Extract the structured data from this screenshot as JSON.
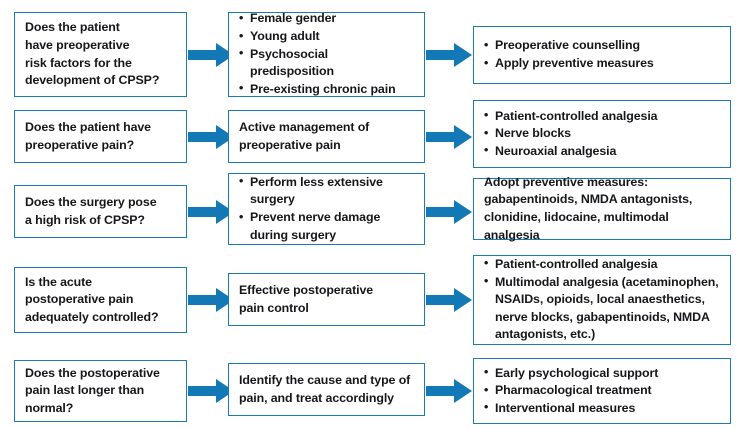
{
  "diagram": {
    "title": "CPSP prevention and management flowchart",
    "colors": {
      "box_border": "#1b7cb4",
      "arrow_fill": "#1278b6",
      "text": "#17161a",
      "background": "#ffffff"
    },
    "arrow_label": "flow-arrow",
    "rows": [
      {
        "id": "row-1",
        "question": {
          "lines": [
            "Does the patient",
            "have preoperative",
            "risk factors for the",
            "development of CPSP?"
          ]
        },
        "action": {
          "style": "bullets",
          "items": [
            "Female gender",
            "Young adult",
            "Psychosocial predisposition",
            "Pre-existing chronic pain"
          ]
        },
        "outcome": {
          "style": "bullets",
          "items": [
            "Preoperative counselling",
            "Apply preventive measures"
          ]
        }
      },
      {
        "id": "row-2",
        "question": {
          "lines": [
            "Does the patient have",
            "preoperative pain?"
          ]
        },
        "action": {
          "style": "plain",
          "items": [
            "Active management of",
            "preoperative pain"
          ]
        },
        "outcome": {
          "style": "bullets",
          "items": [
            "Patient-controlled analgesia",
            "Nerve blocks",
            "Neuroaxial analgesia"
          ]
        }
      },
      {
        "id": "row-3",
        "question": {
          "lines": [
            "Does the surgery pose",
            "a high risk of CPSP?"
          ]
        },
        "action": {
          "style": "bullets",
          "items": [
            "Perform less extensive surgery",
            "Prevent nerve damage during surgery"
          ]
        },
        "outcome": {
          "style": "plain",
          "items": [
            "Adopt preventive measures:",
            "gabapentinoids, NMDA antagonists,",
            "clonidine, lidocaine, multimodal analgesia"
          ]
        }
      },
      {
        "id": "row-4",
        "question": {
          "lines": [
            "Is the acute",
            "postoperative pain",
            "adequately controlled?"
          ]
        },
        "action": {
          "style": "plain",
          "items": [
            "Effective postoperative",
            "pain control"
          ]
        },
        "outcome": {
          "style": "bullets",
          "items": [
            "Patient-controlled analgesia",
            "Multimodal analgesia (acetaminophen, NSAIDs, opioids, local anaesthetics, nerve blocks, gabapentinoids, NMDA antagonists, etc.)"
          ]
        }
      },
      {
        "id": "row-5",
        "question": {
          "lines": [
            "Does the postoperative",
            "pain last longer than",
            "normal?"
          ]
        },
        "action": {
          "style": "plain",
          "items": [
            "Identify the cause and type of",
            "pain, and treat accordingly"
          ]
        },
        "outcome": {
          "style": "bullets",
          "items": [
            "Early psychological support",
            "Pharmacological treatment",
            "Interventional measures"
          ]
        }
      }
    ]
  }
}
